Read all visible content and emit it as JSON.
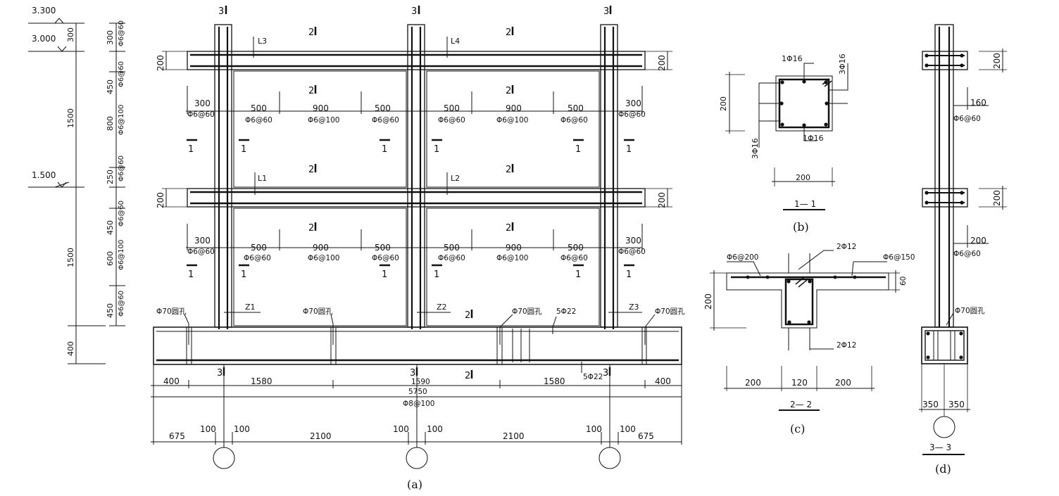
{
  "elevations": {
    "e1": "3.300",
    "e2": "3.000",
    "e3": "1.500"
  },
  "left_dims": {
    "d300": "300",
    "d450": "450",
    "d1500": "1500",
    "d800": "800",
    "d250": "250",
    "d600": "600",
    "d400": "400"
  },
  "left_stirrups": {
    "s60": "Φ6@60",
    "s100": "Φ6@100"
  },
  "section_marks": {
    "m3": "3",
    "m2": "2",
    "m1": "1"
  },
  "beam_labels": {
    "L1": "L1",
    "L2": "L2",
    "L3": "L3",
    "L4": "L4"
  },
  "column_labels": {
    "Z1": "Z1",
    "Z2": "Z2",
    "Z3": "Z3"
  },
  "frame_dims": {
    "d200": "200",
    "d300": "300",
    "d500": "500",
    "d900": "900"
  },
  "frame_stirrups": {
    "s60": "Φ6@60",
    "s100": "Φ6@100"
  },
  "holes": {
    "hole": "Φ70圆孔"
  },
  "bars": {
    "b522": "5Φ22",
    "b816": "Φ8@100"
  },
  "bottom_dims": {
    "d400": "400",
    "d1580": "1580",
    "d1590": "1590",
    "d5750": "5750",
    "d675": "675",
    "d100": "100",
    "d2100": "2100"
  },
  "section_b": {
    "top": "1Φ16",
    "side": "3Φ16",
    "bottom": "1Φ16",
    "h": "200",
    "w": "200",
    "title": "1— 1"
  },
  "section_c": {
    "left": "Φ6@200",
    "top": "2Φ12",
    "right": "Φ6@150",
    "h60": "60",
    "h200": "200",
    "bottom": "2Φ12",
    "w200": "200",
    "w120": "120",
    "title": "2— 2"
  },
  "section_d": {
    "d200": "200",
    "d160": "160",
    "s60": "Φ6@60",
    "hole": "Φ70圆孔",
    "w350": "350",
    "title": "3— 3"
  },
  "captions": {
    "a": "(a)",
    "b": "(b)",
    "c": "(c)",
    "d": "(d)"
  }
}
